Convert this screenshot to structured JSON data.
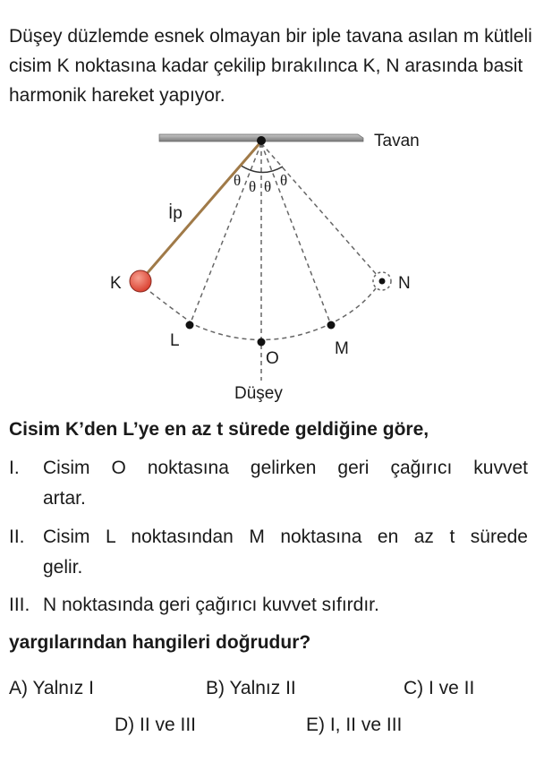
{
  "intro": "Düşey düzlemde esnek olmayan bir iple tavana asılan m kütleli cisim K noktasına kadar çekilip bırakılınca K, N arasında basit harmonik hareket yapıyor.",
  "figure": {
    "ceiling_label": "Tavan",
    "rope_label": "İp",
    "vertical_label": "Düşey",
    "angle_symbol": "θ",
    "points": [
      "K",
      "L",
      "O",
      "M",
      "N"
    ]
  },
  "condition": "Cisim K’den L’ye en az t sürede geldiğine göre,",
  "statements": [
    {
      "num": "I.",
      "line1": "Cisim O noktasına gelirken geri çağırıcı kuvvet",
      "line2": "artar."
    },
    {
      "num": "II.",
      "line1": "Cisim L noktasından M noktasına en az t sürede",
      "line2": "gelir."
    },
    {
      "num": "III.",
      "line1": "N noktasında geri çağırıcı kuvvet sıfırdır.",
      "line2": ""
    }
  ],
  "question": "yargılarından hangileri doğrudur?",
  "options": [
    "A) Yalnız I",
    "B) Yalnız II",
    "C) I ve II",
    "D) II ve III",
    "E) I, II ve III"
  ],
  "colors": {
    "ball": "#e04a3a",
    "rope": "#a07a48",
    "ceiling": "#9a9a9a"
  }
}
